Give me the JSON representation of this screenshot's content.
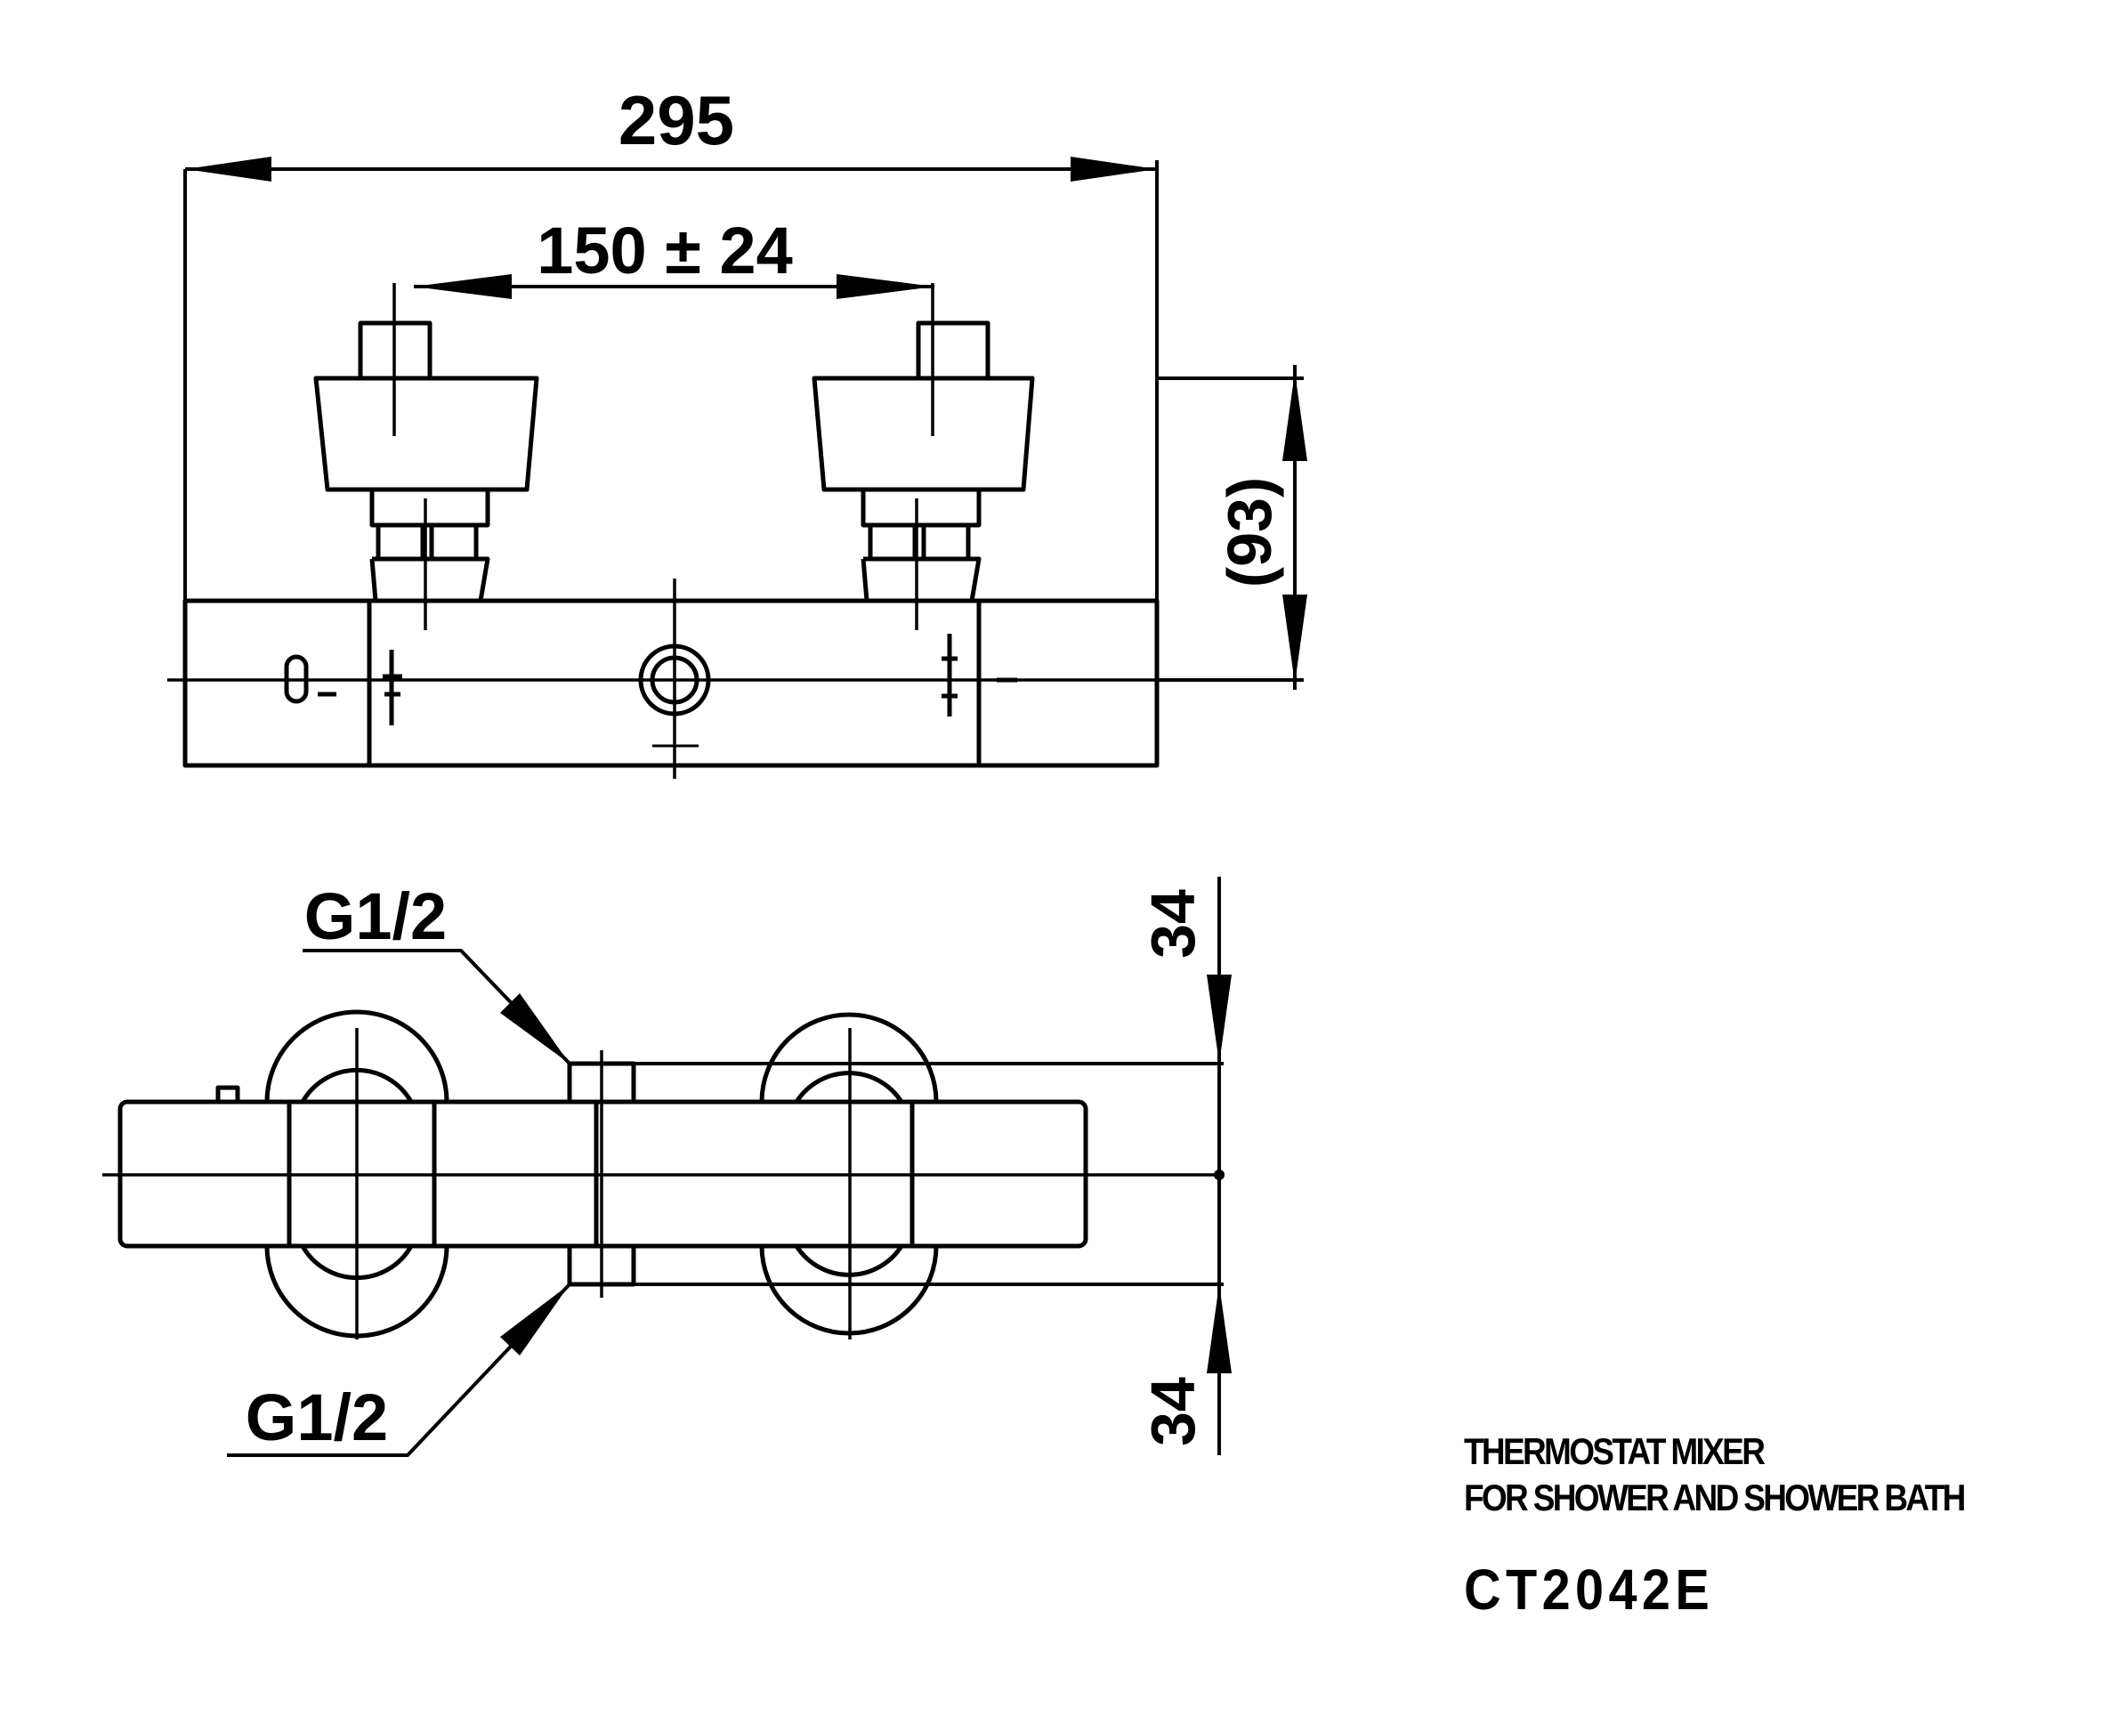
{
  "drawing": {
    "dimensions": {
      "overall_width": "295",
      "inlet_spacing": "150 ± 24",
      "height": "(93)",
      "offset_top": "34",
      "offset_bottom": "34"
    },
    "connections": {
      "upper": "G1/2",
      "lower": "G1/2"
    }
  },
  "title_block": {
    "line1": "THERMOSTAT MIXER",
    "line2": "FOR SHOWER AND SHOWER BATH",
    "model": "CT2042E"
  }
}
